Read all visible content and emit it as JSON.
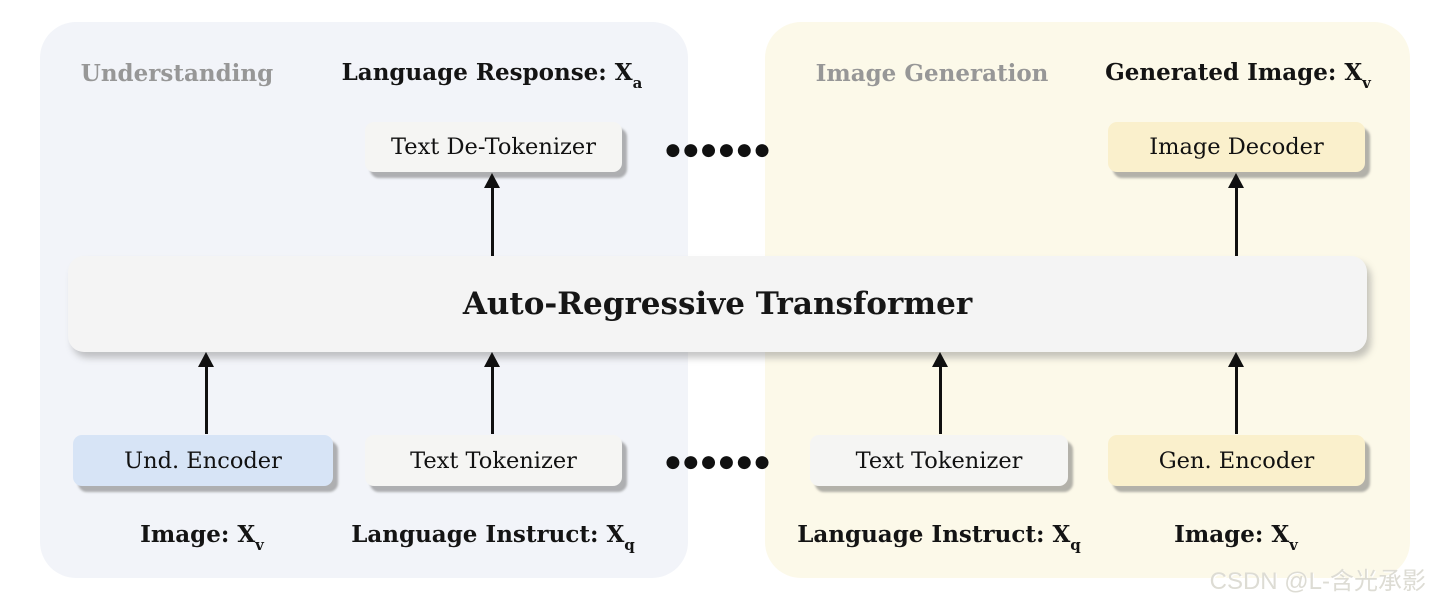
{
  "diagram": {
    "transformer_label": "Auto-Regressive Transformer",
    "dots": "●●●●●●",
    "understanding": {
      "title": "Understanding",
      "output_label": {
        "text": "Language Response: X",
        "sub": "a"
      },
      "detokenizer_box": "Text De-Tokenizer",
      "und_encoder_box": "Und. Encoder",
      "text_tokenizer_box": "Text Tokenizer",
      "image_input": {
        "text": "Image: X",
        "sub": "v"
      },
      "instruct_input": {
        "text": "Language Instruct: X",
        "sub": "q"
      }
    },
    "generation": {
      "title": "Image Generation",
      "output_label": {
        "text": "Generated Image: X",
        "sub": "v"
      },
      "image_decoder_box": "Image Decoder",
      "text_tokenizer_box": "Text Tokenizer",
      "gen_encoder_box": "Gen. Encoder",
      "instruct_input": {
        "text": "Language Instruct: X",
        "sub": "q"
      },
      "image_input": {
        "text": "Image: X",
        "sub": "v"
      }
    },
    "colors": {
      "understanding_panel": "#f2f4f9",
      "generation_panel": "#fcf9e9",
      "und_encoder_box": "#d7e4f6",
      "gen_box": "#faf0cc",
      "neutral_box": "#f5f5f3",
      "transformer_bar": "#f4f4f4",
      "section_title": "#979797"
    }
  },
  "watermark": "CSDN @L-含光承影"
}
